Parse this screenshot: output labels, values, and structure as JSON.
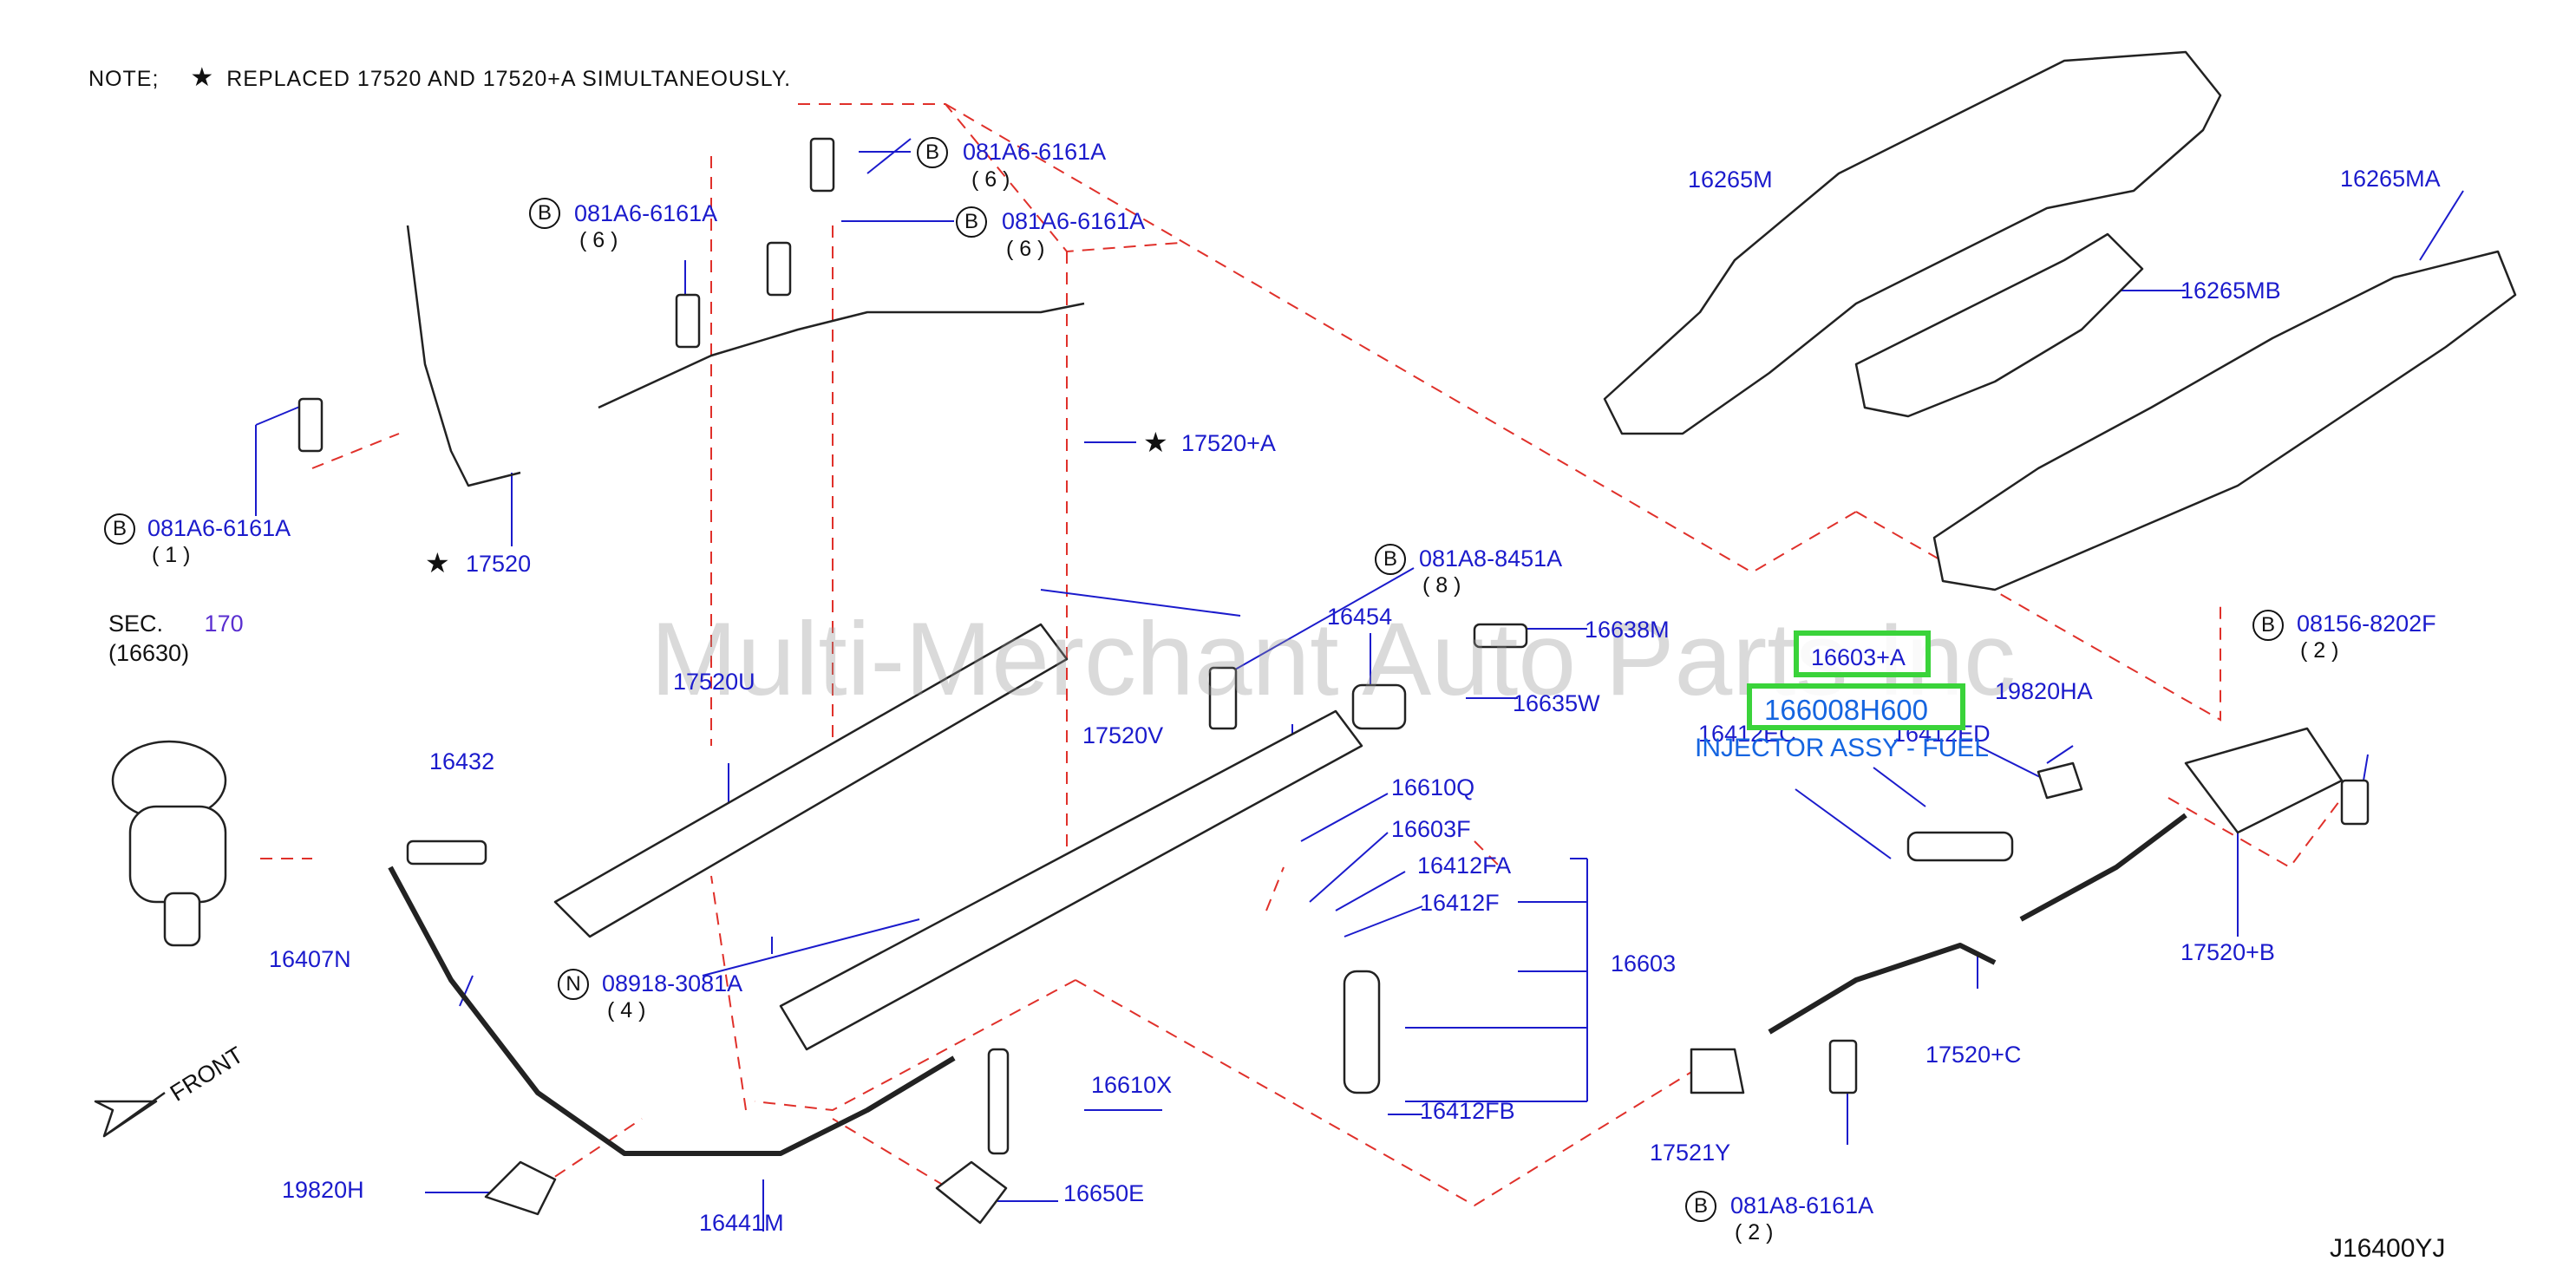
{
  "note": {
    "prefix": "NOTE;",
    "star": "★",
    "text": "REPLACED   17520   AND   17520+A   SIMULTANEOUSLY."
  },
  "watermark": "Multi-Merchant Auto Parts Inc",
  "diagram_code": "J16400YJ",
  "front_label": "FRONT",
  "section_ref": {
    "label": "SEC.",
    "number": "170",
    "sub": "(16630)"
  },
  "callouts": {
    "b_top_center": {
      "badge": "B",
      "part": "081A6-6161A",
      "qty": "( 6 )"
    },
    "b_top_left": {
      "badge": "B",
      "part": "081A6-6161A",
      "qty": "( 6 )"
    },
    "b_top_right": {
      "badge": "B",
      "part": "081A6-6161A",
      "qty": "( 6 )"
    },
    "b_left": {
      "badge": "B",
      "part": "081A6-6161A",
      "qty": "( 1 )"
    },
    "b_middle": {
      "badge": "B",
      "part": "081A8-8451A",
      "qty": "( 8 )"
    },
    "b_right": {
      "badge": "B",
      "part": "08156-8202F",
      "qty": "( 2 )"
    },
    "b_bottom": {
      "badge": "B",
      "part": "081A8-6161A",
      "qty": "( 2 )"
    },
    "n_left": {
      "badge": "N",
      "part": "08918-3081A",
      "qty": "( 4 )"
    }
  },
  "parts": {
    "p17520a": "17520+A",
    "p17520": "17520",
    "p16265m": "16265M",
    "p16265ma": "16265MA",
    "p16265mb": "16265MB",
    "p16432": "16432",
    "p16407n": "16407N",
    "p17520u": "17520U",
    "p17520v": "17520V",
    "p16454": "16454",
    "p16638m": "16638M",
    "p16635w": "16635W",
    "p16610q": "16610Q",
    "p16603f": "16603F",
    "p16412fa": "16412FA",
    "p16412f": "16412F",
    "p16603": "16603",
    "p16412fb": "16412FB",
    "p16610x": "16610X",
    "p16650e": "16650E",
    "p16441m": "16441M",
    "p19820h": "19820H",
    "p16412ec": "16412EC",
    "p16412ed": "16412ED",
    "p19820ha": "19820HA",
    "p17520b": "17520+B",
    "p17520c": "17520+C",
    "p17521y": "17521Y",
    "p16603a": "16603+A"
  },
  "highlight": {
    "part_number": "166008H600",
    "part_name": "INJECTOR ASSY - FUEL"
  }
}
